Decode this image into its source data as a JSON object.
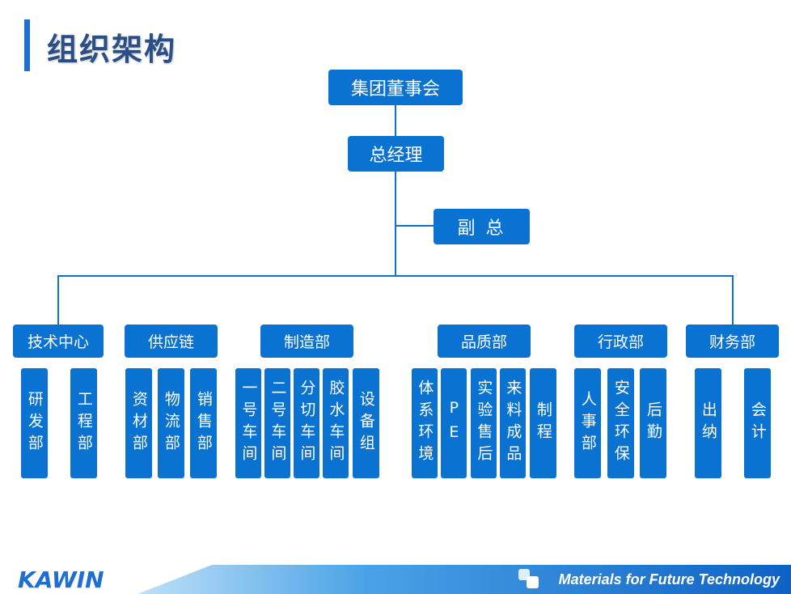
{
  "title": "组织架构",
  "board": "集团董事会",
  "gm": "总经理",
  "vice": "副 总",
  "departments": [
    {
      "name": "技术中心",
      "units": [
        "研发部",
        "工程部"
      ]
    },
    {
      "name": "供应链",
      "units": [
        "资材部",
        "物流部",
        "销售部"
      ]
    },
    {
      "name": "制造部",
      "units": [
        "一号车间",
        "二号车间",
        "分切车间",
        "胶水车间",
        "设备组"
      ]
    },
    {
      "name": "品质部",
      "units": [
        "体系环境",
        "PE",
        "实验售后",
        "来料成品",
        "制程"
      ]
    },
    {
      "name": "行政部",
      "units": [
        "人事部",
        "安全环保",
        "后勤"
      ]
    },
    {
      "name": "财务部",
      "units": [
        "出纳",
        "会计"
      ]
    }
  ],
  "footer": {
    "logo": "KAWIN",
    "slogan": "Materials for Future Technology"
  },
  "colors": {
    "box": "#0a73d2",
    "title": "#2a4f86",
    "footer": "#1e78d4"
  }
}
